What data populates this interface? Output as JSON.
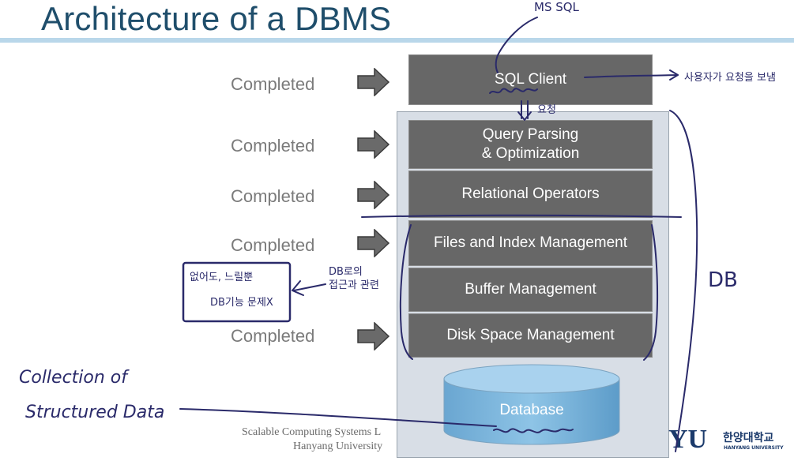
{
  "slide": {
    "title": "Architecture of a DBMS",
    "completed_label": "Completed",
    "layers": {
      "sql_client": "SQL Client",
      "query_parsing": "Query Parsing\n& Optimization",
      "relational_operators": "Relational Operators",
      "files_index": "Files and Index Management",
      "buffer": "Buffer Management",
      "disk_space": "Disk Space Management",
      "database": "Database"
    },
    "footer": {
      "line1": "Scalable Computing Systems L",
      "line2": "Hanyang University"
    },
    "logo": {
      "mark": "YU",
      "korean": "한양대학교",
      "english": "HANYANG UNIVERSITY"
    }
  },
  "annotations": {
    "ms_sql": "MS SQL",
    "client_note": "사용자가 요청을 보냄",
    "request": "요청",
    "db": "DB",
    "db_access": "DB로의\n접근과 관련",
    "box_note_1": "없어도, 느릴뿐",
    "box_note_2": "DB기능 문제X",
    "collection_1": "Collection of",
    "collection_2": "Structured Data"
  },
  "colors": {
    "title": "#1f4e6b",
    "rule": "#b9d7ea",
    "layer_box": "#676767",
    "completed_text": "#7b7b7b",
    "database_cylinder": "#7fb6dc",
    "ink": "#2a2a6a"
  }
}
